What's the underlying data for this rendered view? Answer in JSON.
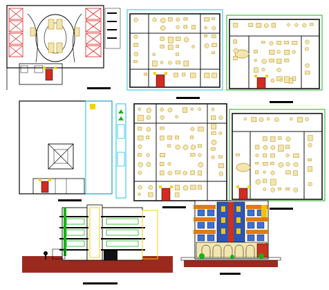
{
  "drawing": {
    "kind": "architectural CAD sheet",
    "colors": {
      "line": "#000000",
      "wall": "#111111",
      "furniture": "#b8860b",
      "furniture_fill": "#f2e6b0",
      "parking_red": "#e0201c",
      "cyan": "#19c3e6",
      "green": "#17b21a",
      "yellow": "#f3d400",
      "stair_red": "#d22b1f",
      "ground": "#9b2a1e",
      "facade_orange": "#e07a12",
      "facade_blue": "#2c55b8",
      "facade_red": "#c8321e",
      "facade_yellow": "#f2c400",
      "window_blue": "#3d6fd6"
    },
    "views": [
      {
        "id": "parking-level-plan",
        "label": ""
      },
      {
        "id": "floor-plan-a",
        "label": ""
      },
      {
        "id": "floor-plan-b",
        "label": ""
      },
      {
        "id": "site-plan",
        "label": ""
      },
      {
        "id": "floor-plan-c",
        "label": ""
      },
      {
        "id": "floor-plan-d",
        "label": ""
      },
      {
        "id": "side-elevation",
        "label": ""
      },
      {
        "id": "front-elevation",
        "label": ""
      }
    ]
  }
}
